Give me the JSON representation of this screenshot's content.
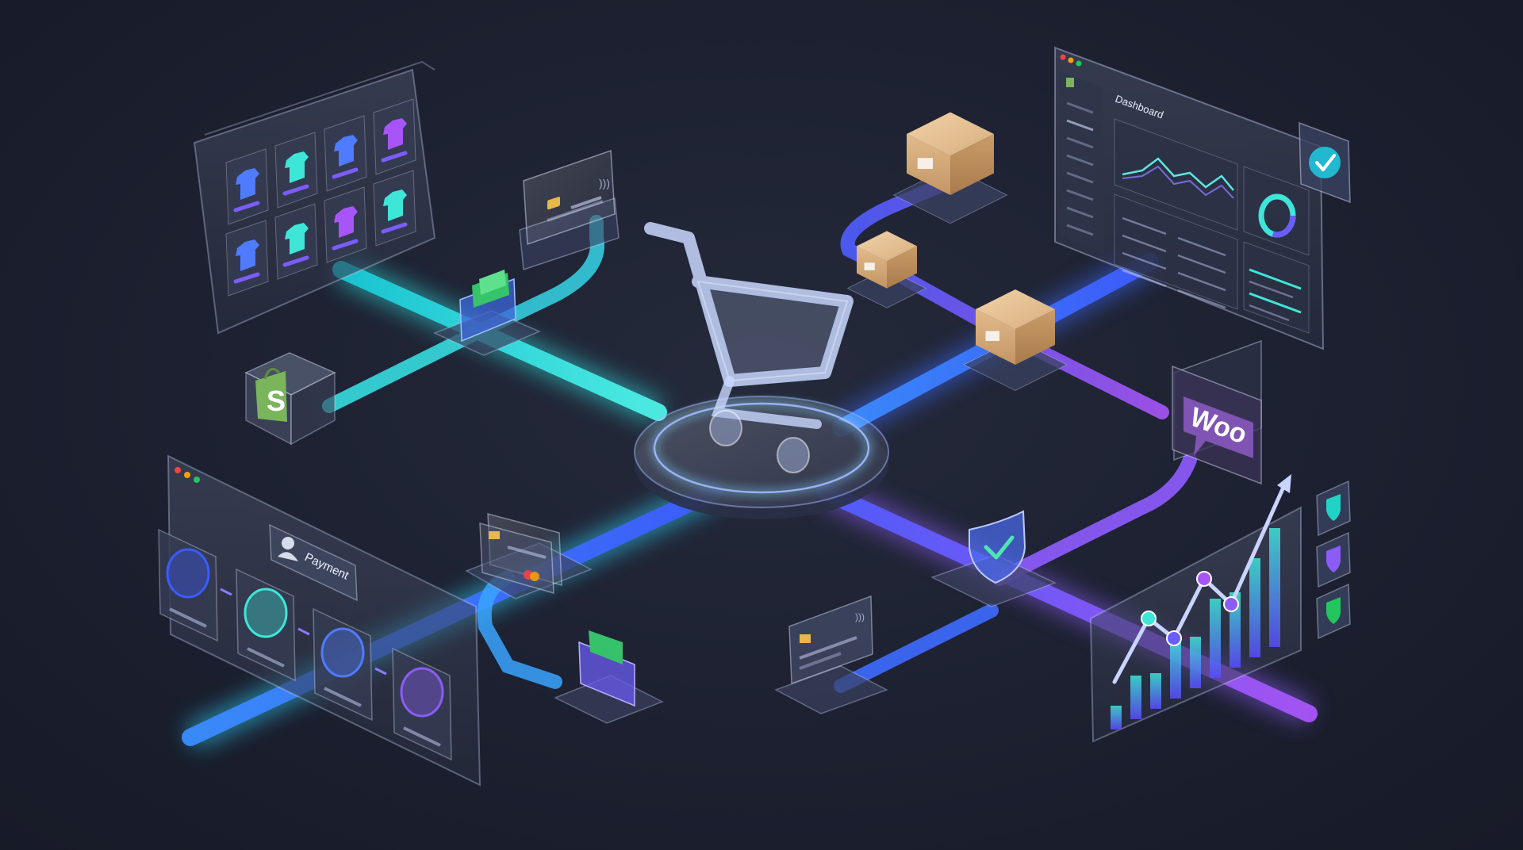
{
  "colors": {
    "background": "#1c2030",
    "cyan": "#2fe0e0",
    "blue": "#3d6bff",
    "violet": "#8b5cf6",
    "purple": "#a855f7",
    "shopify_green": "#7ab55c",
    "box_tan": "#d9b58a",
    "check_teal": "#22d3c5"
  },
  "dashboard": {
    "title": "Dashboard"
  },
  "payment_flow": {
    "label": "Payment"
  },
  "woocommerce": {
    "logo_text": "Woo"
  },
  "shopify": {
    "logo_letter": "S"
  },
  "icons": [
    "shopping-cart-icon",
    "shirt-icon",
    "jacket-icon",
    "pants-icon",
    "wallet-icon",
    "credit-card-icon",
    "package-box-icon",
    "shield-check-icon",
    "lock-icon",
    "user-icon",
    "check-icon",
    "trend-arrow-icon",
    "donut-chart-icon",
    "area-chart-icon"
  ]
}
